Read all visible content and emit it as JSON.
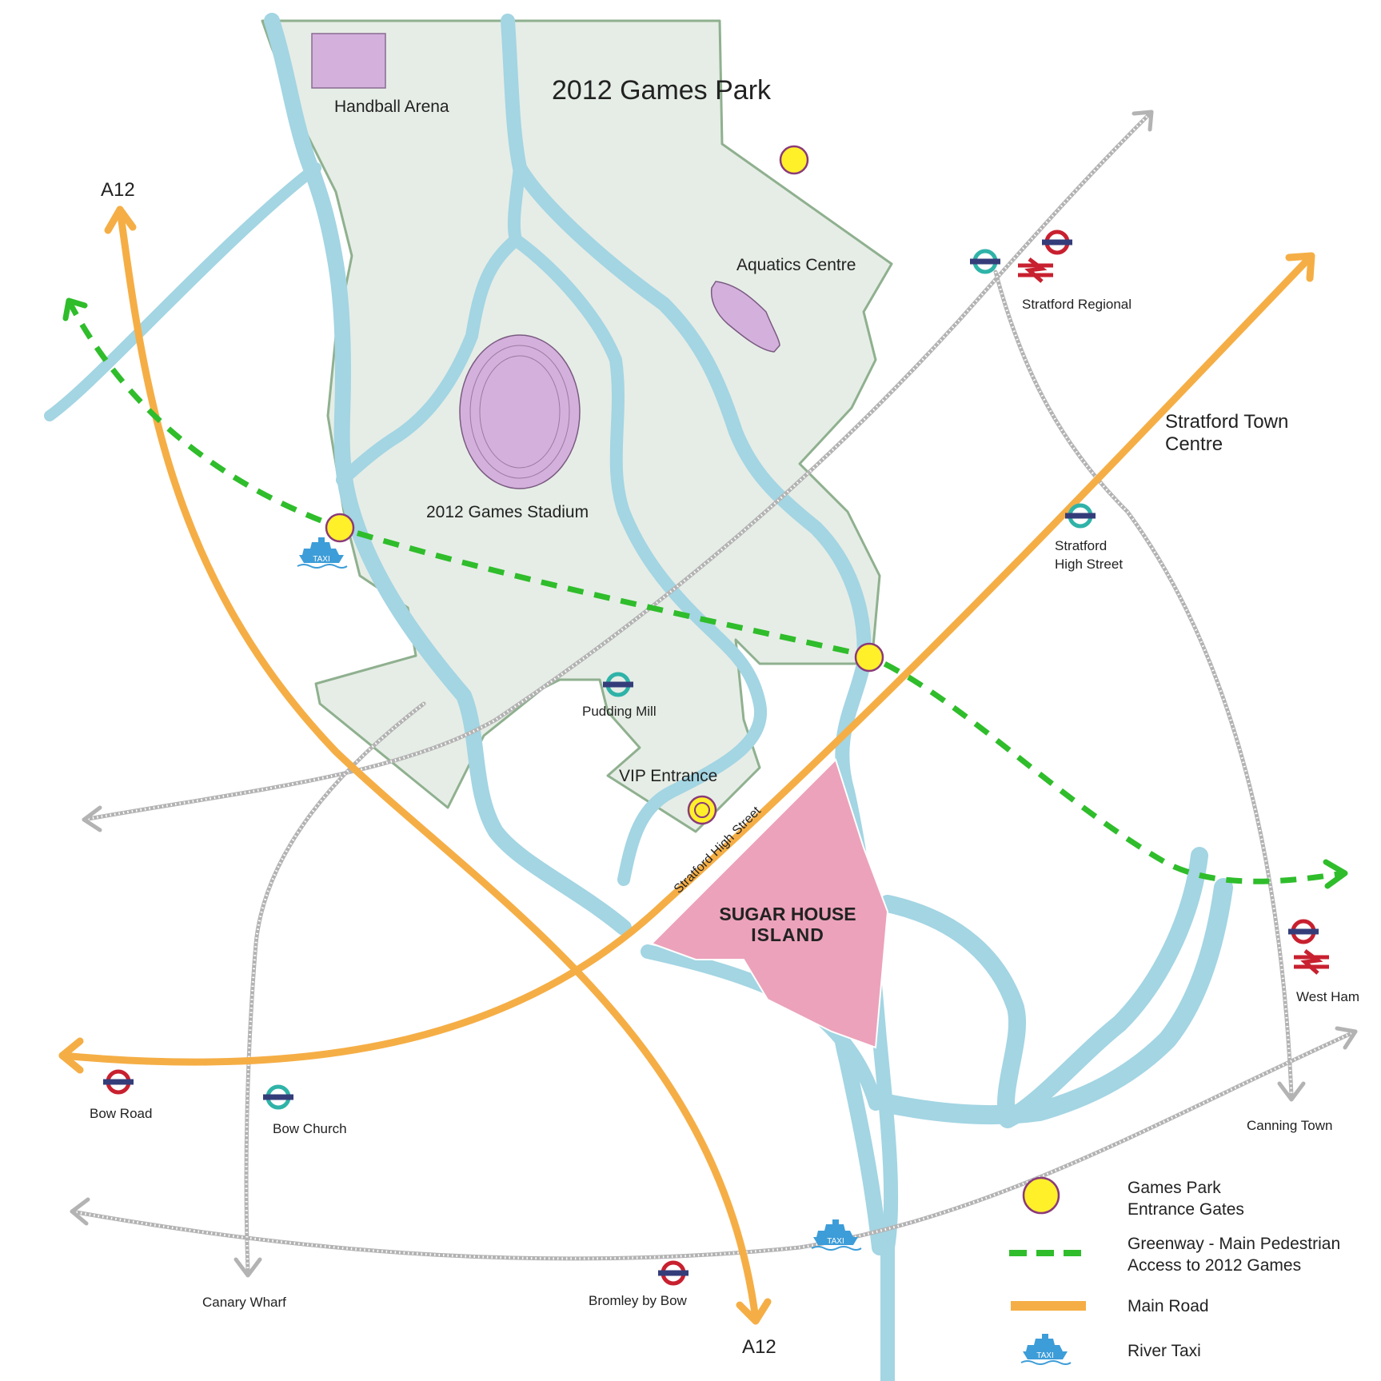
{
  "title": "2012 Games Park",
  "colors": {
    "park": "#e6ede6",
    "park_border": "#8fb08f",
    "river": "#a3d5e3",
    "venue": "#d4b1dc",
    "island": "#eca2ba",
    "road": "#f5ae45",
    "rail": "#b3b3b3",
    "greenway": "#2fbd2b",
    "gate_fill": "#fff02a",
    "gate_stroke": "#8a3a7a",
    "underground_red": "#c8202f",
    "dlr_teal": "#2fb3a8",
    "roundel_bar": "#343d7a"
  },
  "venues": {
    "handball": "Handball Arena",
    "aquatics": "Aquatics Centre",
    "stadium": "2012 Games Stadium"
  },
  "roads": {
    "a12_north": "A12",
    "a12_south": "A12",
    "stratford_high_street": "Stratford High Street"
  },
  "places": {
    "stratford_town_centre_line1": "Stratford Town",
    "stratford_town_centre_line2": "Centre",
    "vip_entrance": "VIP Entrance",
    "canary_wharf": "Canary Wharf",
    "canning_town": "Canning Town"
  },
  "stations": {
    "stratford_regional": "Stratford Regional",
    "stratford_high_street_line1": "Stratford",
    "stratford_high_street_line2": "High Street",
    "pudding_mill": "Pudding Mill",
    "west_ham": "West Ham",
    "bow_road": "Bow Road",
    "bow_church": "Bow Church",
    "bromley_by_bow": "Bromley by Bow"
  },
  "logo": {
    "line1": "SUGAR HOUSE",
    "line2": "ISLAND"
  },
  "icons": {
    "taxi_text": "TAXI",
    "gate_icon": "entrance-gate-icon",
    "underground_icon": "underground-roundel-icon",
    "dlr_icon": "dlr-roundel-icon",
    "rail_icon": "national-rail-icon",
    "taxi_icon": "river-taxi-icon"
  },
  "legend": {
    "gates_line1": "Games Park",
    "gates_line2": "Entrance Gates",
    "greenway_line1": "Greenway - Main Pedestrian",
    "greenway_line2": "Access to 2012 Games",
    "main_road": "Main Road",
    "river_taxi": "River Taxi"
  }
}
